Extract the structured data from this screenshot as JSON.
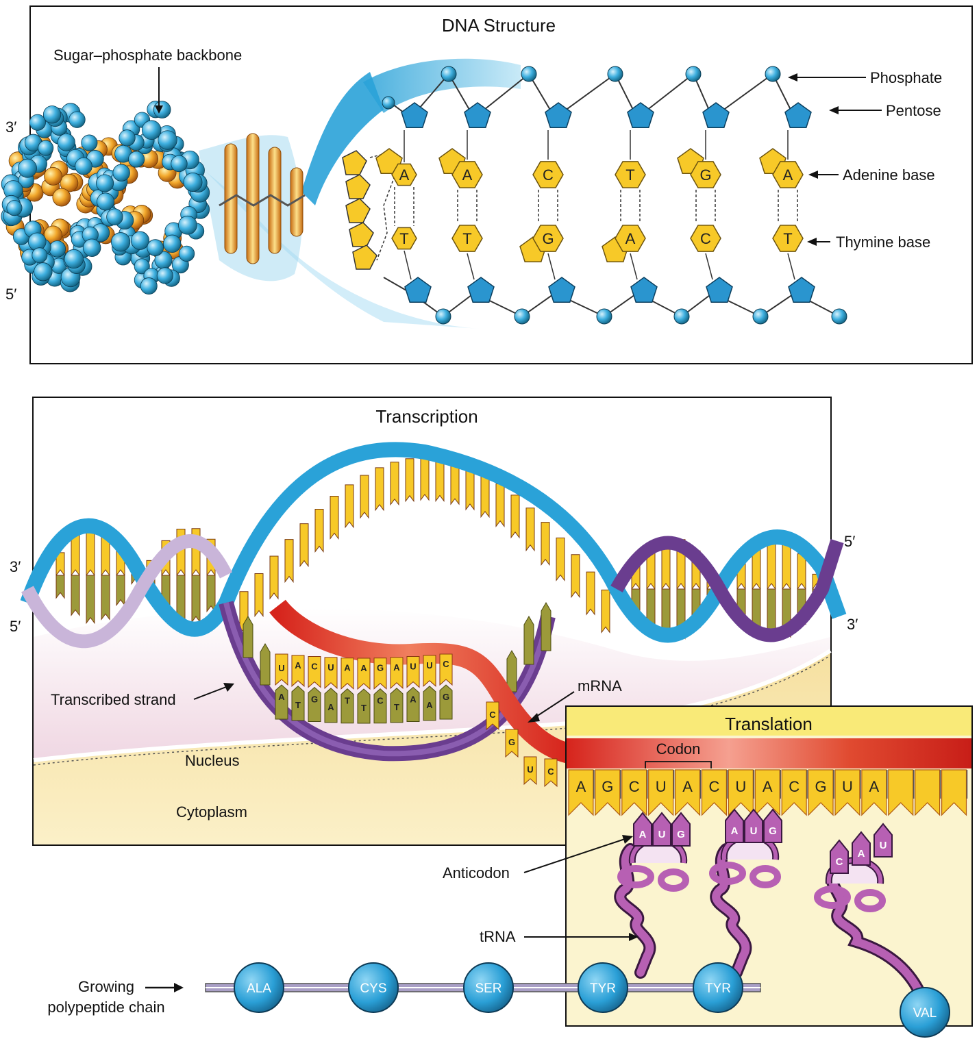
{
  "dna_panel": {
    "title": "DNA Structure",
    "backbone_label": "Sugar–phosphate backbone",
    "end_top_left": "3′",
    "end_bottom_left": "5′",
    "labels": {
      "phosphate": "Phosphate",
      "pentose": "Pentose",
      "adenine": "Adenine base",
      "thymine": "Thymine base"
    },
    "base_pairs": [
      {
        "top": "A",
        "bottom": "T"
      },
      {
        "top": "A",
        "bottom": "T"
      },
      {
        "top": "C",
        "bottom": "G"
      },
      {
        "top": "T",
        "bottom": "A"
      },
      {
        "top": "G",
        "bottom": "C"
      },
      {
        "top": "A",
        "bottom": "T"
      }
    ]
  },
  "transcription_panel": {
    "title": "Transcription",
    "end_left_top": "3′",
    "end_left_bottom": "5′",
    "end_right_top": "5′",
    "end_right_bottom": "3′",
    "transcribed_strand": "Transcribed strand",
    "mrna_label": "mRNA",
    "nucleus": "Nucleus",
    "cytoplasm": "Cytoplasm",
    "mrna_bases": [
      "U",
      "A",
      "C",
      "U",
      "A",
      "A",
      "G",
      "A",
      "U",
      "U",
      "C",
      "C",
      "G",
      "U",
      "C"
    ],
    "dna_bases": [
      "A",
      "T",
      "G",
      "A",
      "T",
      "T",
      "C",
      "T",
      "A",
      "A",
      "G"
    ]
  },
  "translation_panel": {
    "title": "Translation",
    "codon_label": "Codon",
    "mrna_sequence": [
      "A",
      "G",
      "C",
      "U",
      "A",
      "C",
      "U",
      "A",
      "C",
      "G",
      "U",
      "A"
    ],
    "anticodon_label": "Anticodon",
    "trna_label": "tRNA",
    "anticodons": [
      [
        "A",
        "U",
        "G"
      ],
      [
        "A",
        "U",
        "G"
      ],
      [
        "C",
        "A",
        "U"
      ]
    ]
  },
  "polypeptide": {
    "label_line1": "Growing",
    "label_line2": "polypeptide chain",
    "amino_acids": [
      "ALA",
      "CYS",
      "SER",
      "TYR",
      "TYR",
      "VAL"
    ]
  },
  "colors": {
    "blue": "#2aa2d8",
    "light_blue": "#9fd8f0",
    "yellow": "#f7c928",
    "orange": "#e98a1a",
    "red": "#d6241c",
    "purple": "#6a3d8f",
    "pink": "#b760b3",
    "olive": "#9c9a3a",
    "cream": "#f6e6a8"
  }
}
